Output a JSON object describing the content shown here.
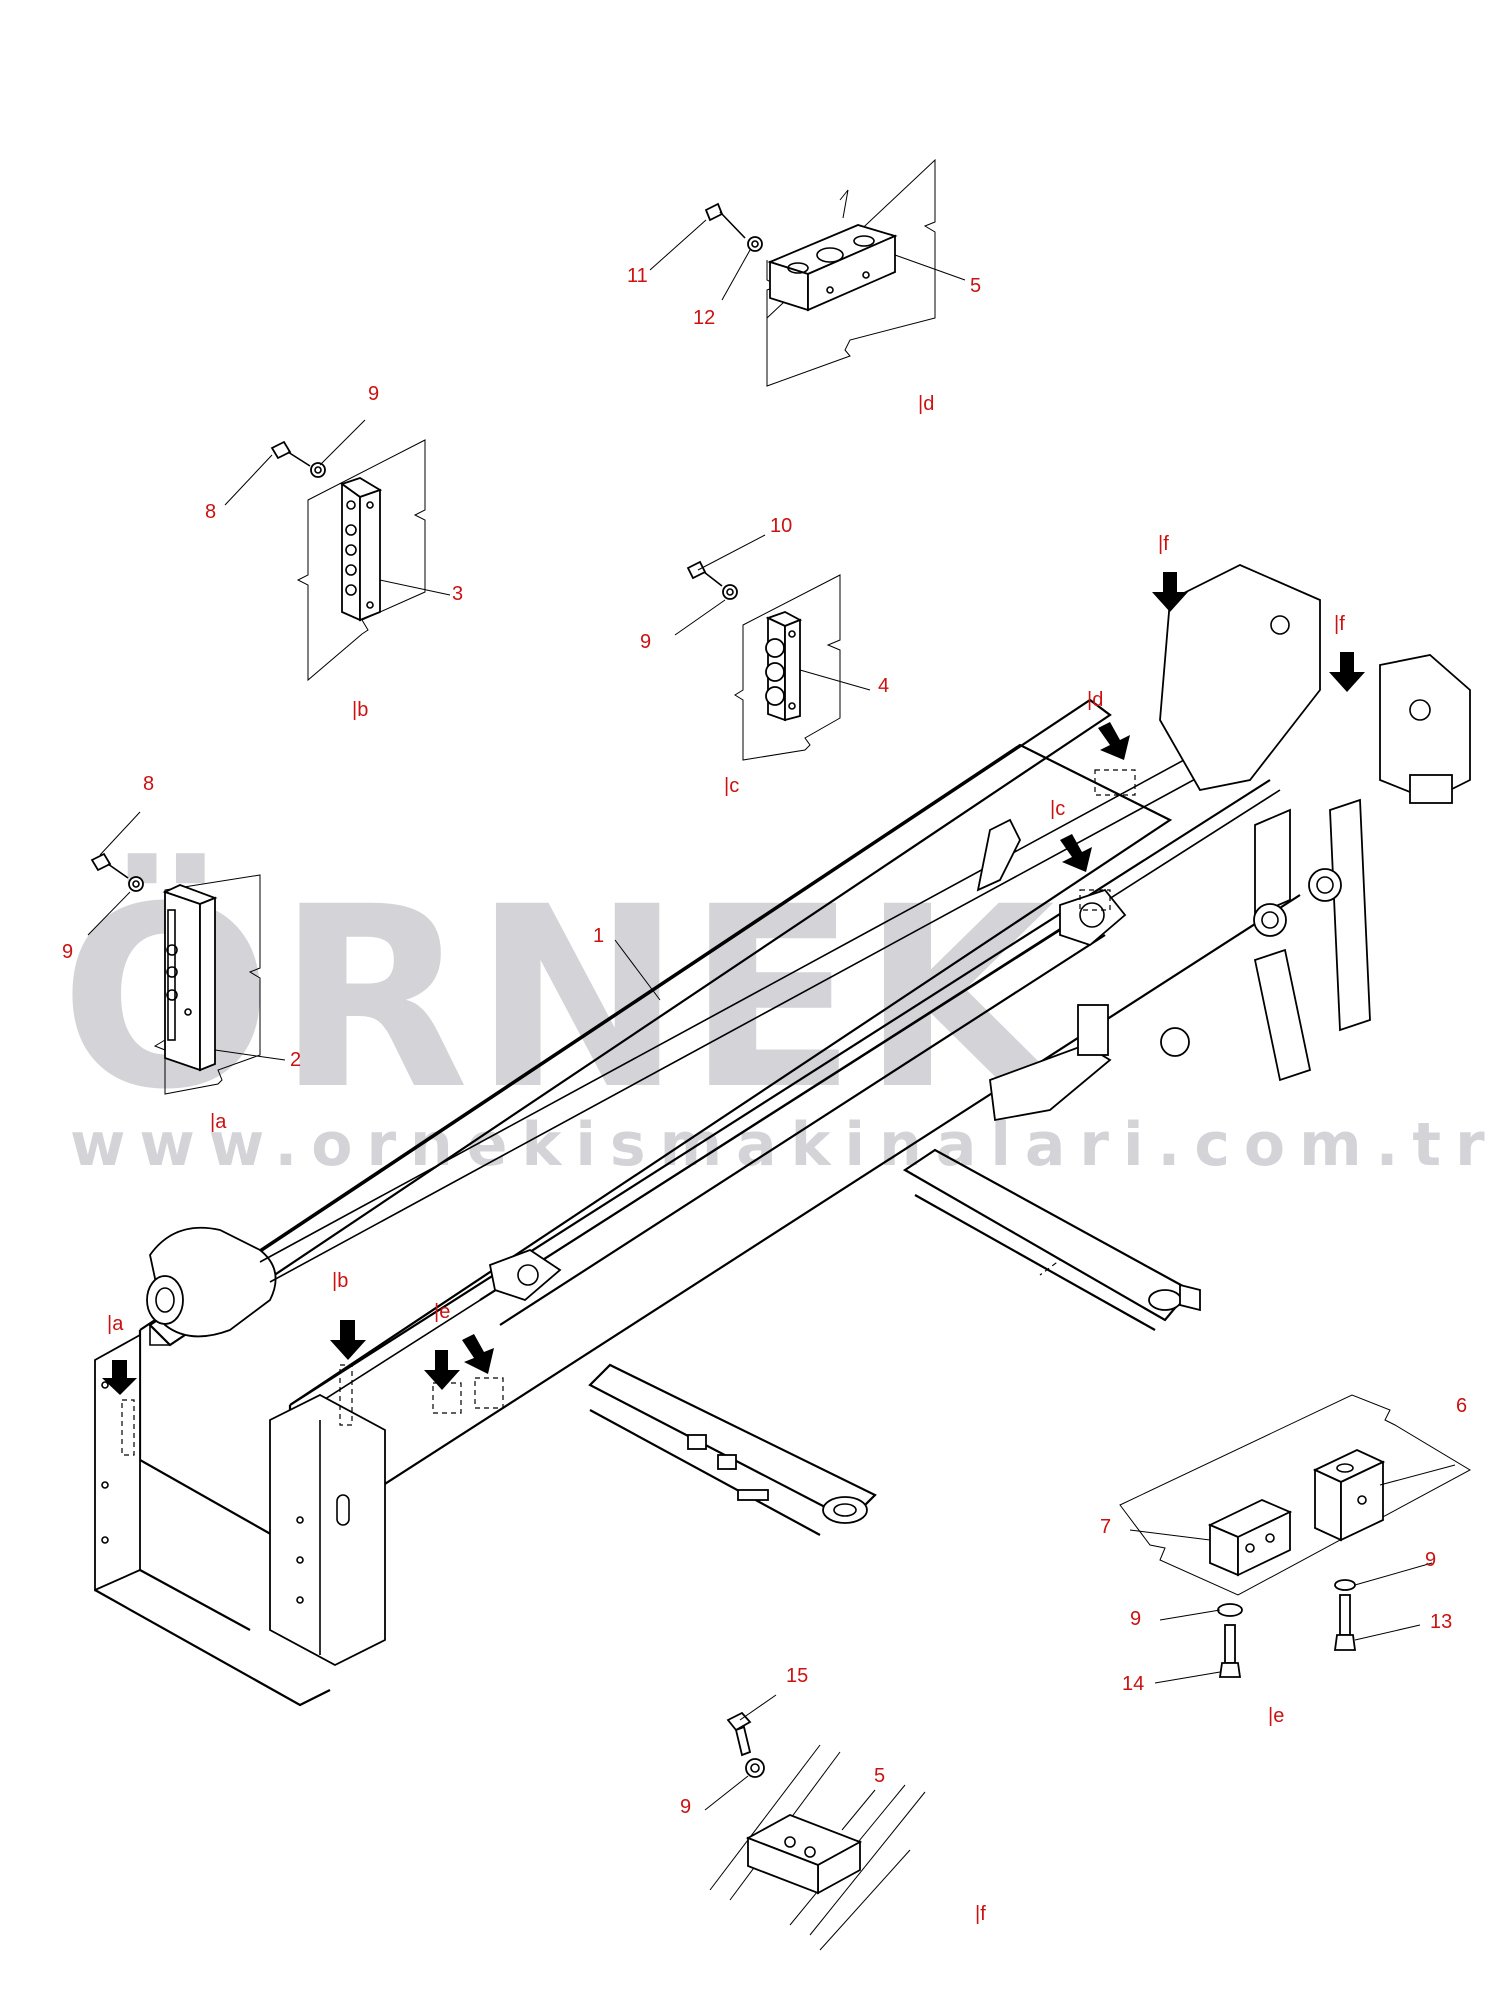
{
  "watermark": {
    "brand": "ÖRNEK",
    "url": "www.ornekismakinalari.com.tr",
    "accent_color": "#f5d27a",
    "text_color": "#d4d4d8"
  },
  "label_color": "#cc1111",
  "callouts": {
    "n1": "1",
    "n2": "2",
    "n3": "3",
    "n4": "4",
    "n5a": "5",
    "n5b": "5",
    "n6": "6",
    "n7": "7",
    "n8a": "8",
    "n8b": "8",
    "n9a": "9",
    "n9b": "9",
    "n9c": "9",
    "n9d": "9",
    "n9e": "9",
    "n9f": "9",
    "n10": "10",
    "n11": "11",
    "n12": "12",
    "n13": "13",
    "n14": "14",
    "n15": "15"
  },
  "detail_refs": {
    "a_view": "|a",
    "a_main": "|a",
    "b_view": "|b",
    "b_main": "|b",
    "c_view": "|c",
    "c_main": "|c",
    "d_view": "|d",
    "d_main": "|d",
    "e_view": "|e",
    "e_main": "|e",
    "f_view": "|f",
    "f_main1": "|f",
    "f_main2": "|f"
  }
}
